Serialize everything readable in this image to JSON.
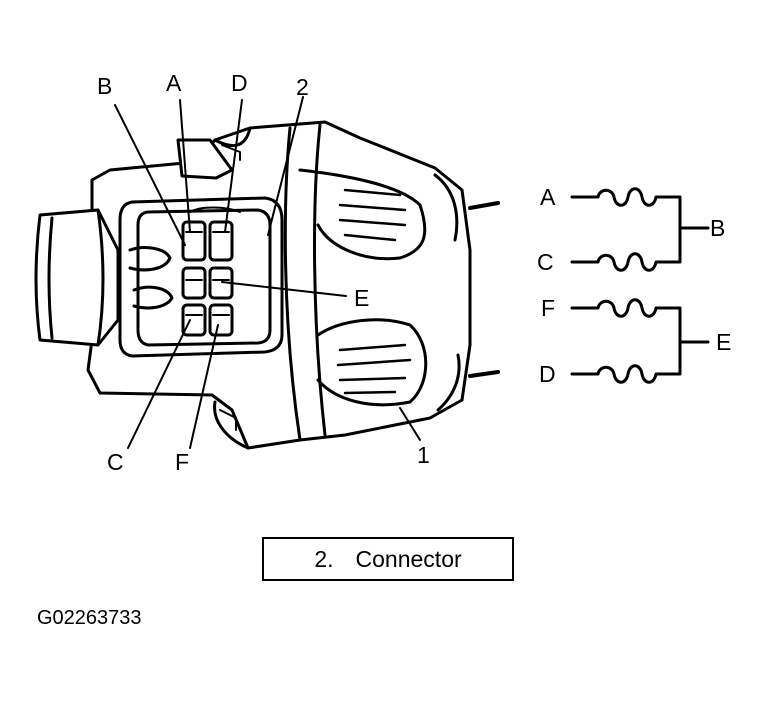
{
  "callouts": {
    "b": "B",
    "a": "A",
    "d": "D",
    "num2": "2",
    "e": "E",
    "c": "C",
    "f": "F",
    "num1": "1"
  },
  "schematic": {
    "a": "A",
    "b": "B",
    "c": "C",
    "f": "F",
    "e": "E",
    "d": "D"
  },
  "caption": {
    "number": "2.",
    "text": "Connector"
  },
  "figure_id": "G02263733"
}
